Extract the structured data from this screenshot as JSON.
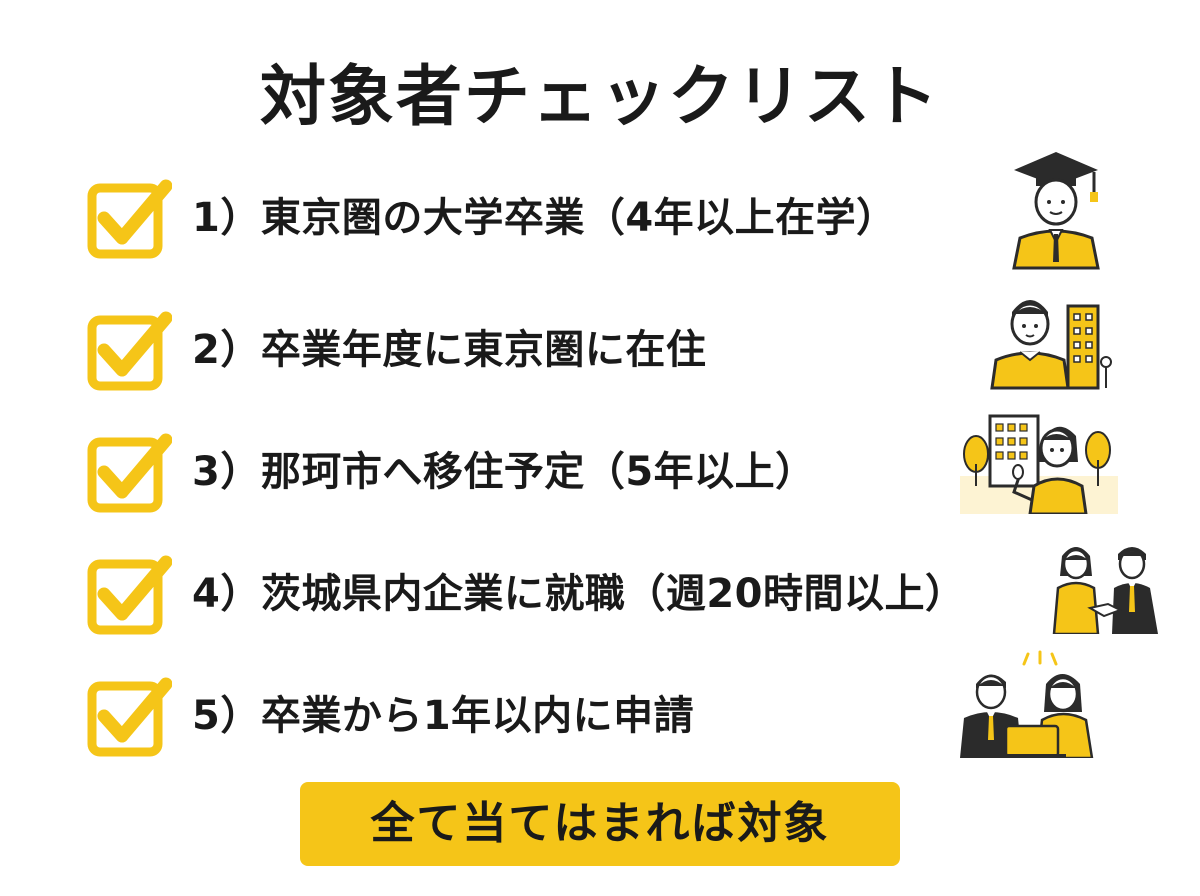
{
  "title": "対象者チェックリスト",
  "colors": {
    "accent": "#f5c518",
    "text": "#1a1a1a",
    "dark": "#2b2b2b"
  },
  "items": [
    {
      "label": "1）東京圏の大学卒業（4年以上在学）",
      "icon": "graduate-illustration"
    },
    {
      "label": "2）卒業年度に東京圏に在住",
      "icon": "resident-city-illustration"
    },
    {
      "label": "3）那珂市へ移住予定（5年以上）",
      "icon": "relocation-town-illustration"
    },
    {
      "label": "4）茨城県内企業に就職（週20時間以上）",
      "icon": "handshake-illustration"
    },
    {
      "label": "5）卒業から1年以内に申請",
      "icon": "application-laptop-illustration"
    }
  ],
  "cta": "全て当てはまれば対象"
}
